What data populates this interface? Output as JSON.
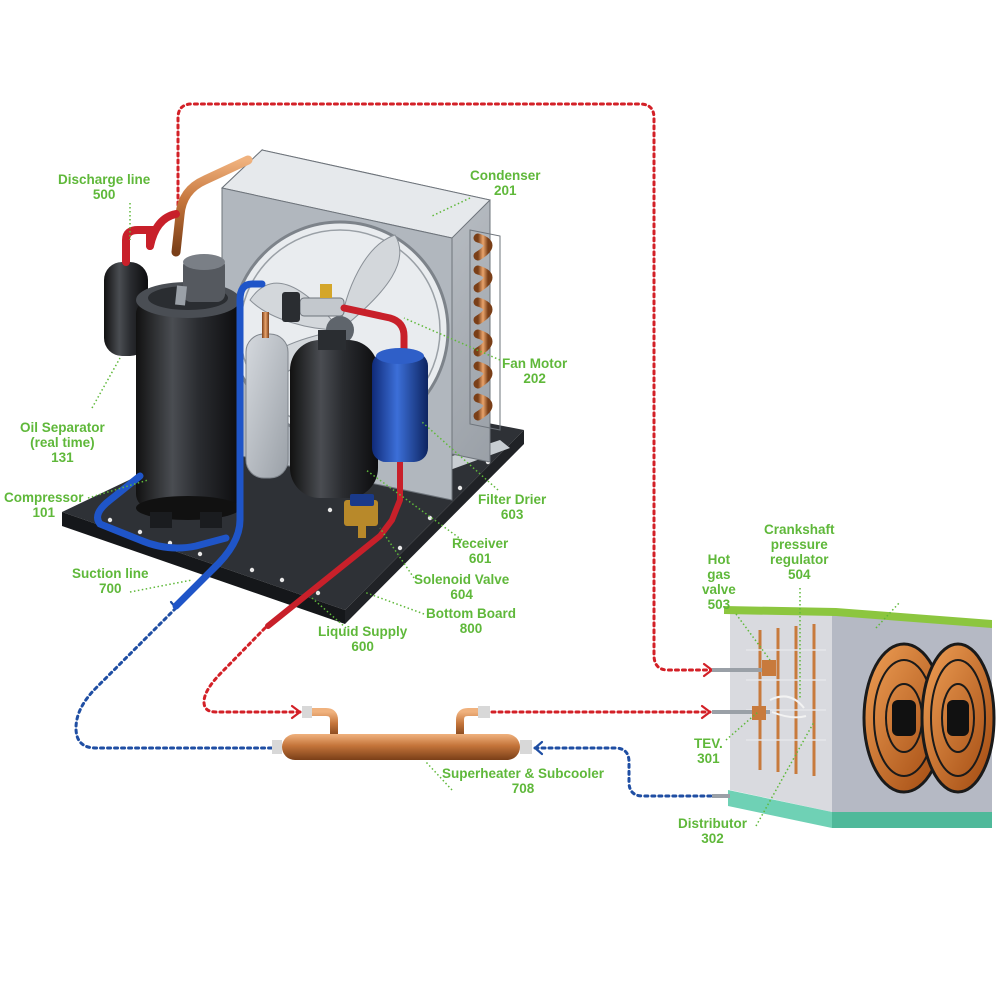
{
  "colors": {
    "label_green": "#5fb83a",
    "hot_line_red": "#d32027",
    "cold_line_blue": "#1f4ea3",
    "copper": "#c87a3c",
    "steel_grey": "#b9bec4",
    "unit_green_top": "#8cc63f",
    "unit_teal_base": "#6fd1b5"
  },
  "labels": {
    "discharge_line": {
      "name": "Discharge line",
      "code": "500"
    },
    "condenser": {
      "name": "Condenser",
      "code": "201"
    },
    "fan_motor": {
      "name": "Fan Motor",
      "code": "202"
    },
    "oil_separator": {
      "line1": "Oil Separator",
      "line2": "(real time)",
      "code": "131"
    },
    "compressor": {
      "name": "Compressor",
      "code": "101"
    },
    "filter_drier": {
      "name": "Filter Drier",
      "code": "603"
    },
    "receiver": {
      "name": "Receiver",
      "code": "601"
    },
    "solenoid_valve": {
      "name": "Solenoid Valve",
      "code": "604"
    },
    "bottom_board": {
      "name": "Bottom Board",
      "code": "800"
    },
    "suction_line": {
      "name": "Suction line",
      "code": "700"
    },
    "liquid_supply": {
      "name": "Liquid Supply",
      "code": "600"
    },
    "crankshaft_regulator": {
      "line1": "Crankshaft",
      "line2": "pressure",
      "line3": "regulator",
      "code": "504"
    },
    "hot_gas_valve": {
      "line1": "Hot",
      "line2": "gas",
      "line3": "valve",
      "code": "503"
    },
    "tev": {
      "name": "TEV.",
      "code": "301"
    },
    "superheater_subcooler": {
      "name": "Superheater & Subcooler",
      "code": "708"
    },
    "distributor": {
      "name": "Distributor",
      "code": "302"
    }
  }
}
